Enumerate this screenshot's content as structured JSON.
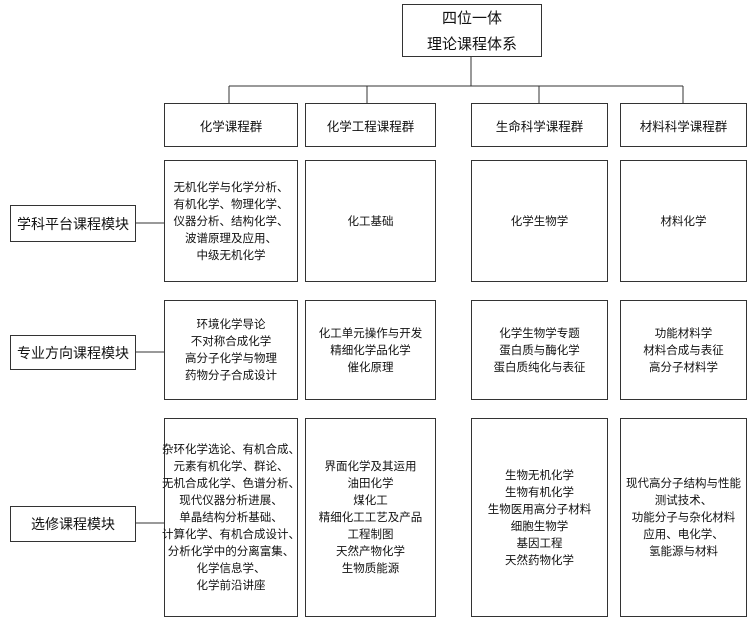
{
  "title": {
    "line1": "四位一体",
    "line2": "理论课程体系"
  },
  "columns": [
    {
      "label": "化学课程群"
    },
    {
      "label": "化学工程课程群"
    },
    {
      "label": "生命科学课程群"
    },
    {
      "label": "材料科学课程群"
    }
  ],
  "rows": [
    {
      "label": "学科平台课程模块",
      "cells": [
        [
          "无机化学与化学分析、",
          "有机化学、物理化学、",
          "仪器分析、结构化学、",
          "波谱原理及应用、",
          "中级无机化学"
        ],
        [
          "化工基础"
        ],
        [
          "化学生物学"
        ],
        [
          "材料化学"
        ]
      ]
    },
    {
      "label": "专业方向课程模块",
      "cells": [
        [
          "环境化学导论",
          "不对称合成化学",
          "高分子化学与物理",
          "药物分子合成设计"
        ],
        [
          "化工单元操作与开发",
          "精细化学品化学",
          "催化原理"
        ],
        [
          "化学生物学专题",
          "蛋白质与酶化学",
          "蛋白质纯化与表征"
        ],
        [
          "功能材料学",
          "材料合成与表征",
          "高分子材料学"
        ]
      ]
    },
    {
      "label": "选修课程模块",
      "cells": [
        [
          "杂环化学选论、有机合成、",
          "元素有机化学、群论、",
          "无机合成化学、色谱分析、",
          "现代仪器分析进展、",
          "单晶结构分析基础、",
          "计算化学、有机合成设计、",
          "分析化学中的分离富集、",
          "化学信息学、",
          "化学前沿讲座"
        ],
        [
          "界面化学及其运用",
          "油田化学",
          "煤化工",
          "精细化工工艺及产品",
          "工程制图",
          "天然产物化学",
          "生物质能源"
        ],
        [
          "生物无机化学",
          "生物有机化学",
          "生物医用高分子材料",
          "细胞生物学",
          "基因工程",
          "天然药物化学"
        ],
        [
          "现代高分子结构与性能测试技术、",
          "功能分子与杂化材料",
          "应用、电化学、",
          "氢能源与材料"
        ]
      ]
    }
  ]
}
